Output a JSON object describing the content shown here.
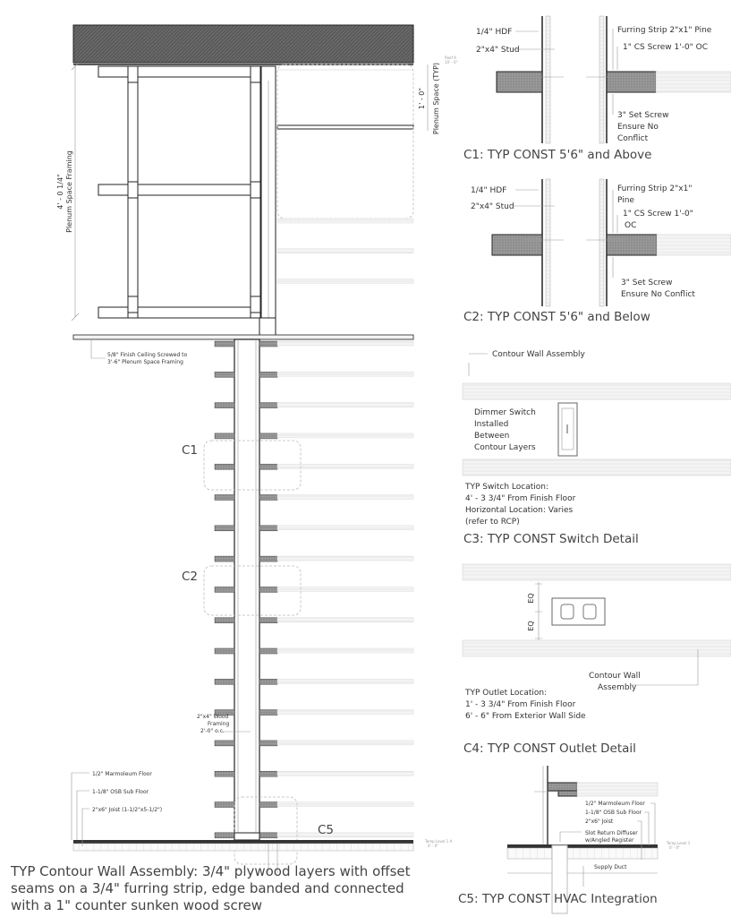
{
  "main": {
    "plenum_dimension": "4' - 0 1/4\"",
    "plenum_label": "Plenum Space Framing",
    "plenum_space_dimension": "1' - 0\"",
    "plenum_space_label": "Plenum Space (TYP)",
    "roof_level": "Roof A",
    "roof_level_elev": "10' - 6\"",
    "ceiling_note_line1": "5/8\" Finish Ceiling Screwed to",
    "ceiling_note_line2": "3'-6\" Plenum Space Framing",
    "callout_c1": "C1",
    "callout_c2": "C2",
    "callout_c5": "C5",
    "framing_note_line1": "2\"x4\" Wood",
    "framing_note_line2": "Framing",
    "framing_note_line3": "2'-0\" o.c.",
    "floor_label": "1/2\" Marmoleum Floor",
    "subfloor_label": "1-1/8\" OSB Sub Floor",
    "joist_label": "2\"x6\" Joist (1-1/2\"x5-1/2\")",
    "floor_level": "Temp Level 1 A",
    "floor_level_elev": "0' - 0\"",
    "caption_line1": "TYP Contour Wall Assembly: 3/4\" plywood layers with offset",
    "caption_line2": "seams on a 3/4\" furring strip, edge banded and connected",
    "caption_line3": "with a 1\" counter sunken wood screw"
  },
  "c1": {
    "hdf": "1/4\" HDF",
    "stud": "2\"x4\" Stud",
    "furring": "Furring Strip 2\"x1\" Pine",
    "screw": "1\" CS Screw 1'-0\" OC",
    "set_screw_1": "3\" Set Screw",
    "set_screw_2": "Ensure No",
    "set_screw_3": "Conflict",
    "title": "C1: TYP CONST 5'6\" and Above"
  },
  "c2": {
    "hdf": "1/4\" HDF",
    "stud": "2\"x4\" Stud",
    "furring_1": "Furring Strip 2\"x1\"",
    "furring_2": "Pine",
    "screw_1": "1\" CS Screw 1'-0\"",
    "screw_2": "OC",
    "set_screw_1": "3\" Set Screw",
    "set_screw_2": "Ensure No Conflict",
    "title": "C2: TYP CONST 5'6\" and Below"
  },
  "c3": {
    "assembly": "Contour Wall Assembly",
    "dimmer_1": "Dimmer Switch",
    "dimmer_2": "Installed",
    "dimmer_3": "Between",
    "dimmer_4": "Contour Layers",
    "loc_1": "TYP Switch Location:",
    "loc_2": "4' - 3 3/4\" From Finish Floor",
    "loc_3": "Horizontal Location: Varies",
    "loc_4": "(refer to RCP)",
    "title": "C3: TYP CONST Switch Detail"
  },
  "c4": {
    "eq": "EQ",
    "assembly_1": "Contour Wall",
    "assembly_2": "Assembly",
    "loc_1": "TYP Outlet Location:",
    "loc_2": "1' - 3 3/4\" From Finish Floor",
    "loc_3": "6' - 6\" From Exterior Wall Side",
    "title": "C4: TYP CONST Outlet Detail"
  },
  "c5": {
    "floor": "1/2\" Marmoleum Floor",
    "subfloor": "1-1/8\" OSB Sub Floor",
    "joist": "2\"x6\" Joist",
    "diffuser_1": "Slot Return Diffuser",
    "diffuser_2": "w/Angled Register",
    "duct": "Supply Duct",
    "level": "Temp Level 1",
    "level_elev": "0' - 0\"",
    "title": "C5: TYP CONST HVAC Integration"
  },
  "colors": {
    "line": "#222222",
    "hatch": "#8a8a8a",
    "roof": "#5a5a5a"
  }
}
